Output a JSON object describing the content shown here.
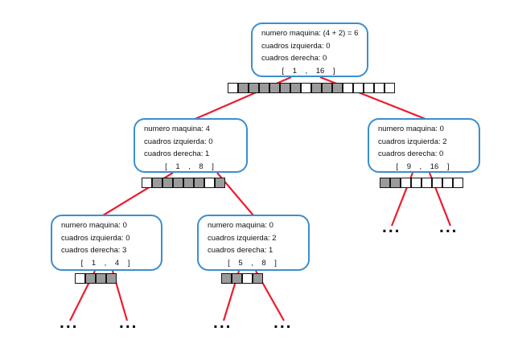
{
  "diagram_title": "turing-machine-divide-and-conquer-tree",
  "colors": {
    "node_border": "#3b8ecf",
    "edge_red": "#ec1c2d",
    "cell_gray": "#9b9b9b",
    "cell_white": "#ffffff",
    "cell_border": "#141414",
    "text": "#111111"
  },
  "ellipsis": "...",
  "nodes": [
    {
      "machine": "numero maquina: (4 + 2) = 6",
      "left": "cuadros izquierda: 0",
      "right": "cuadros derecha: 0",
      "range": "[    1    ,    16    ]",
      "cells": [
        "w",
        "g",
        "g",
        "g",
        "g",
        "g",
        "g",
        "w",
        "g",
        "g",
        "g",
        "w",
        "w",
        "w",
        "w",
        "w"
      ]
    },
    {
      "machine": "numero maquina: 4",
      "left": "cuadros izquierda: 0",
      "right": "cuadros derecha: 1",
      "range": "[    1    ,    8    ]",
      "cells": [
        "w",
        "g",
        "g",
        "g",
        "g",
        "g",
        "w",
        "g"
      ]
    },
    {
      "machine": "numero maquina: 0",
      "left": "cuadros izquierda: 2",
      "right": "cuadros derecha: 0",
      "range": "[    9    ,    16    ]",
      "cells": [
        "g",
        "g",
        "w",
        "w",
        "w",
        "w",
        "w",
        "w"
      ]
    },
    {
      "machine": "numero maquina: 0",
      "left": "cuadros izquierda: 0",
      "right": "cuadros derecha: 3",
      "range": "[    1    ,    4    ]",
      "cells": [
        "w",
        "g",
        "g",
        "g"
      ]
    },
    {
      "machine": "numero maquina: 0",
      "left": "cuadros izquierda: 2",
      "right": "cuadros derecha: 1",
      "range": "[    5    ,    8    ]",
      "cells": [
        "g",
        "g",
        "w",
        "g"
      ]
    }
  ]
}
